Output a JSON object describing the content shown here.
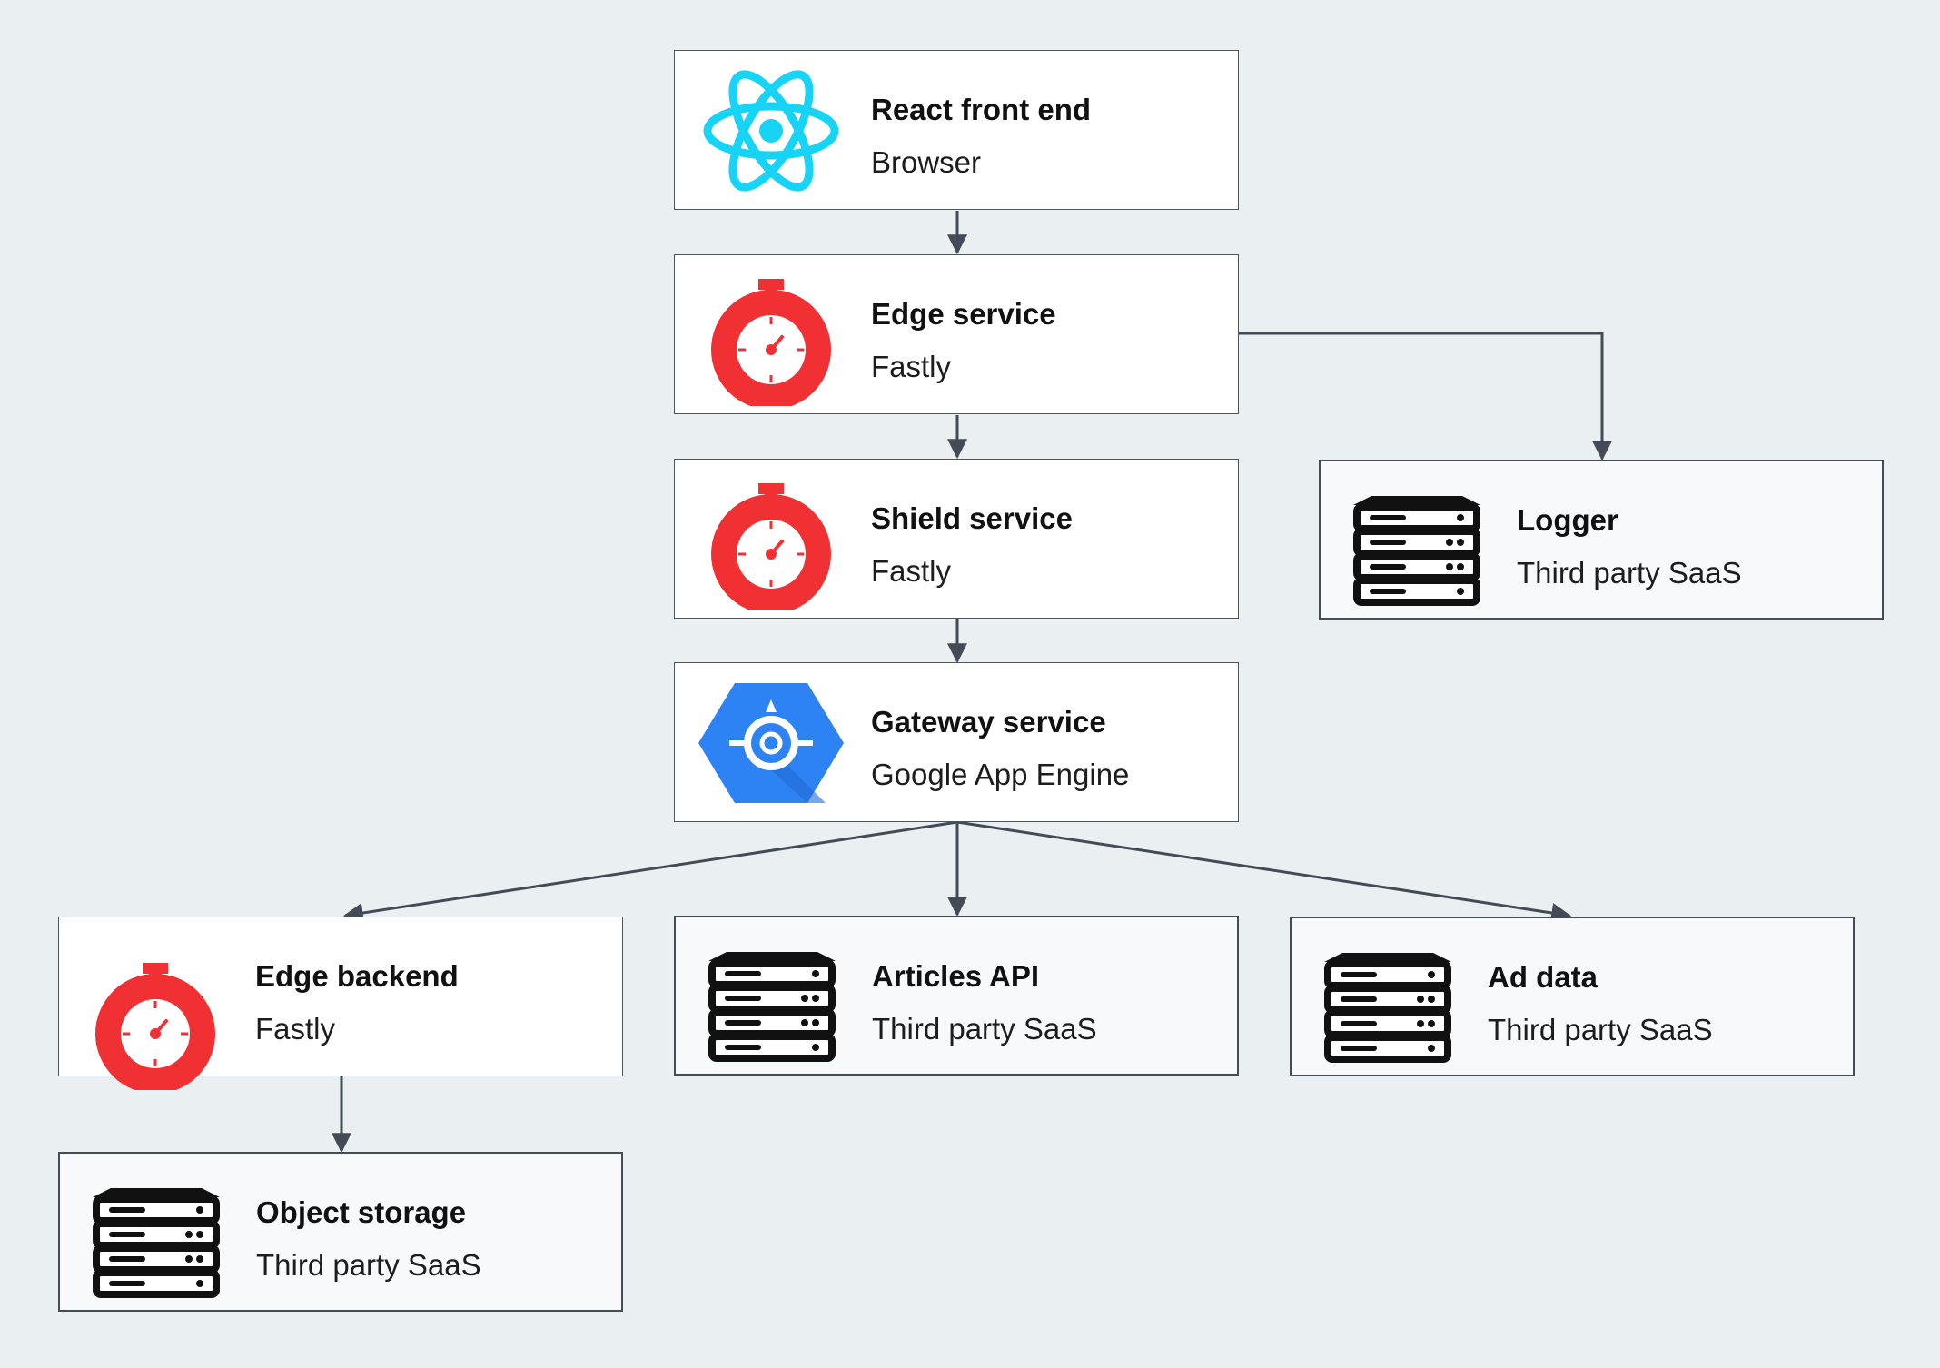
{
  "colors": {
    "background": "#eaeff2",
    "edge": "#434c56",
    "react": "#17d3f5",
    "fastly": "#f03033",
    "app_engine": "#2d83f4"
  },
  "nodes": {
    "react": {
      "title": "React front end",
      "subtitle": "Browser",
      "icon": "react-icon"
    },
    "edge_service": {
      "title": "Edge service",
      "subtitle": "Fastly",
      "icon": "fastly-stopwatch-icon"
    },
    "shield_service": {
      "title": "Shield service",
      "subtitle": "Fastly",
      "icon": "fastly-stopwatch-icon"
    },
    "gateway_service": {
      "title": "Gateway service",
      "subtitle": "Google App Engine",
      "icon": "app-engine-icon"
    },
    "logger": {
      "title": "Logger",
      "subtitle": "Third party SaaS",
      "icon": "server-rack-icon"
    },
    "edge_backend": {
      "title": "Edge backend",
      "subtitle": "Fastly",
      "icon": "fastly-stopwatch-icon"
    },
    "articles_api": {
      "title": "Articles API",
      "subtitle": "Third party SaaS",
      "icon": "server-rack-icon"
    },
    "ad_data": {
      "title": "Ad data",
      "subtitle": "Third party SaaS",
      "icon": "server-rack-icon"
    },
    "object_storage": {
      "title": "Object storage",
      "subtitle": "Third party SaaS",
      "icon": "server-rack-icon"
    }
  },
  "edges": [
    {
      "from": "react",
      "to": "edge_service"
    },
    {
      "from": "edge_service",
      "to": "shield_service"
    },
    {
      "from": "edge_service",
      "to": "logger"
    },
    {
      "from": "shield_service",
      "to": "gateway_service"
    },
    {
      "from": "gateway_service",
      "to": "edge_backend"
    },
    {
      "from": "gateway_service",
      "to": "articles_api"
    },
    {
      "from": "gateway_service",
      "to": "ad_data"
    },
    {
      "from": "edge_backend",
      "to": "object_storage"
    }
  ]
}
